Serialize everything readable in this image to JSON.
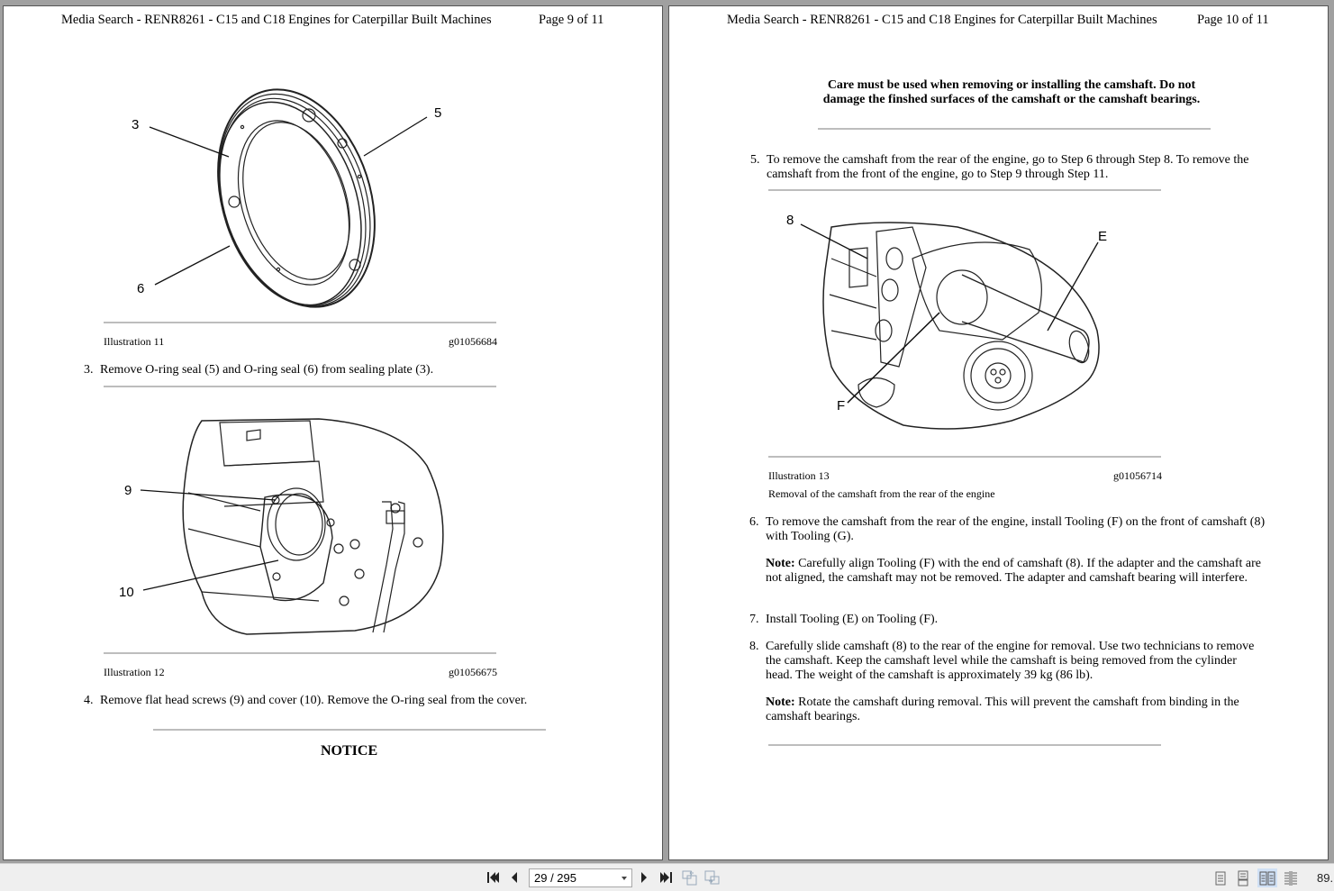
{
  "document": {
    "header_title": "Media Search - RENR8261 - C15 and C18 Engines for Caterpillar Built Machines"
  },
  "left_page": {
    "page_label": "Page 9 of 11",
    "illustration_11": {
      "callouts": [
        "3",
        "5",
        "6"
      ],
      "label": "Illustration 11",
      "code": "g01056684"
    },
    "step_3": {
      "number": "3.",
      "text": "Remove O-ring seal (5) and O-ring seal (6) from sealing plate (3)."
    },
    "illustration_12": {
      "callouts": [
        "9",
        "10"
      ],
      "label": "Illustration 12",
      "code": "g01056675"
    },
    "step_4": {
      "number": "4.",
      "text": "Remove flat head screws (9) and cover (10). Remove the O-ring seal from the cover."
    },
    "notice_title": "NOTICE"
  },
  "right_page": {
    "page_label": "Page 10 of 11",
    "notice_text": "Care must be used when removing or installing the camshaft. Do not damage the finshed surfaces of the camshaft or the camshaft bearings.",
    "step_5": {
      "number": "5.",
      "text": "To remove the camshaft from the rear of the engine, go to Step 6 through Step 8. To remove the camshaft from the front of the engine, go to Step 9 through Step 11."
    },
    "illustration_13": {
      "callouts": [
        "8",
        "E",
        "F"
      ],
      "label": "Illustration 13",
      "code": "g01056714",
      "caption": "Removal of the camshaft from the rear of the engine"
    },
    "step_6": {
      "number": "6.",
      "text": "To remove the camshaft from the rear of the engine, install Tooling (F) on the front of camshaft (8) with Tooling (G).",
      "note_label": "Note:",
      "note_text": " Carefully align Tooling (F) with the end of camshaft (8). If the adapter and the camshaft are not aligned, the camshaft may not be removed. The adapter and camshaft bearing will interfere."
    },
    "step_7": {
      "number": "7.",
      "text": "Install Tooling (E) on Tooling (F)."
    },
    "step_8": {
      "number": "8.",
      "text": "Carefully slide camshaft (8) to the rear of the engine for removal. Use two technicians to remove the camshaft. Keep the camshaft level while the camshaft is being removed from the cylinder head. The weight of the camshaft is approximately 39 kg (86 lb).",
      "note_label": "Note:",
      "note_text": " Rotate the camshaft during removal. This will prevent the camshaft from binding in the camshaft bearings."
    }
  },
  "toolbar": {
    "first_page_icon": "first-page-icon",
    "prev_page_icon": "previous-page-icon",
    "page_input_value": "29 / 295",
    "next_page_icon": "next-page-icon",
    "last_page_icon": "last-page-icon",
    "previous_view_icon": "previous-view-icon",
    "next_view_icon": "next-view-icon",
    "view_modes": [
      "single-page",
      "continuous",
      "two-page",
      "two-page-continuous"
    ],
    "active_view_mode": "two-page",
    "zoom_value": "89."
  }
}
